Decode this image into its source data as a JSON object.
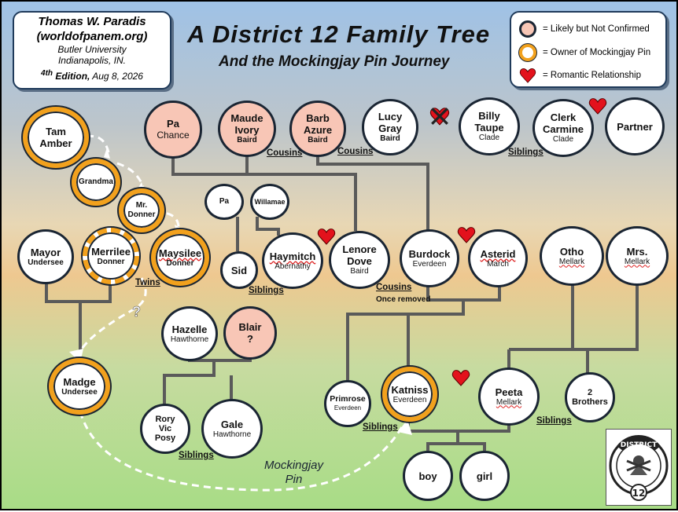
{
  "author": {
    "line1": "Thomas W. Paradis",
    "line2": "(worldofpanem.org)",
    "line3": "Butler University",
    "line4": "Indianapolis, IN.",
    "edition_sup": "4th",
    "edition_word": "Edition,",
    "edition_date": "Aug 8, 2026"
  },
  "title": "A District 12 Family Tree",
  "subtitle": "And the Mockingjay Pin Journey",
  "legend": {
    "items": [
      {
        "label": "= Likely but Not Confirmed"
      },
      {
        "label": "= Owner of Mockingjay Pin"
      },
      {
        "label": "= Romantic Relationship"
      }
    ]
  },
  "people": {
    "tam_amber": [
      "Tam",
      "Amber"
    ],
    "grandma": "Grandma",
    "mr_donner": [
      "Mr.",
      "Donner"
    ],
    "mayor": [
      "Mayor",
      "Undersee"
    ],
    "merrilee": [
      "Merrilee",
      "Donner"
    ],
    "maysilee": [
      "Maysilee",
      "Donner"
    ],
    "madge": [
      "Madge",
      "Undersee"
    ],
    "pa_chance": [
      "Pa",
      "Chance"
    ],
    "maude": [
      "Maude",
      "Ivory",
      "Baird"
    ],
    "barb": [
      "Barb",
      "Azure",
      "Baird"
    ],
    "lucy": [
      "Lucy",
      "Gray",
      "Baird"
    ],
    "billy": [
      "Billy",
      "Taupe",
      "Clade"
    ],
    "clerk": [
      "Clerk",
      "Carmine",
      "Clade"
    ],
    "partner": "Partner",
    "pa": "Pa",
    "willamae": "Willamae",
    "sid": "Sid",
    "haymitch": [
      "Haymitch",
      "Abernathy"
    ],
    "lenore": [
      "Lenore",
      "Dove",
      "Baird"
    ],
    "burdock": [
      "Burdock",
      "Everdeen"
    ],
    "asterid": [
      "Asterid",
      "March"
    ],
    "otho": [
      "Otho",
      "Mellark"
    ],
    "mrs_mellark": [
      "Mrs.",
      "Mellark"
    ],
    "hazelle": [
      "Hazelle",
      "Hawthorne"
    ],
    "blair": [
      "Blair",
      "?"
    ],
    "rory": [
      "Rory",
      "Vic",
      "Posy"
    ],
    "gale": [
      "Gale",
      "Hawthorne"
    ],
    "primrose": [
      "Primrose",
      "Everdeen"
    ],
    "katniss": [
      "Katniss",
      "Everdeen"
    ],
    "peeta": [
      "Peeta",
      "Mellark"
    ],
    "brothers": [
      "2",
      "Brothers"
    ],
    "boy": "boy",
    "girl": "girl"
  },
  "labels": {
    "cousins1": "Cousins",
    "cousins2": "Cousins",
    "siblings_clade": "Siblings",
    "twins": "Twins",
    "siblings_sid": "Siblings",
    "cousins_once": "Cousins",
    "once_removed": "Once removed",
    "siblings_hawthorne": "Siblings",
    "siblings_everdeen": "Siblings",
    "siblings_mellark": "Siblings",
    "question": "?",
    "pin_line1": "Mockingjay",
    "pin_line2": "Pin"
  },
  "colors": {
    "pink": "#f8c6b6",
    "gold": "#f2a11d",
    "heart": "#e3121c",
    "line": "#595959"
  },
  "logo_text": [
    "DISTRICT",
    "12"
  ]
}
